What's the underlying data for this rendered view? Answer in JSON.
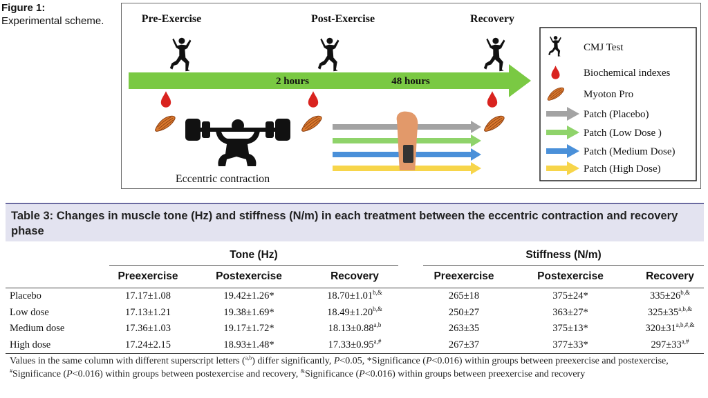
{
  "figure": {
    "label": "Figure 1:",
    "caption": "Experimental scheme.",
    "stages": [
      "Pre-Exercise",
      "Post-Exercise",
      "Recovery"
    ],
    "arrow_labels": [
      "2 hours",
      "48 hours"
    ],
    "eccentric_label": "Eccentric contraction",
    "legend": [
      {
        "icon": "jumper-icon",
        "label": "CMJ Test"
      },
      {
        "icon": "blood-drop-icon",
        "label": "Biochemical indexes"
      },
      {
        "icon": "muscle-icon",
        "label": "Myoton Pro"
      },
      {
        "icon": "arrow-icon",
        "label": "Patch (Placebo)",
        "color": "#a3a3a3"
      },
      {
        "icon": "arrow-icon",
        "label": "Patch (Low Dose )",
        "color": "#8fd36a"
      },
      {
        "icon": "arrow-icon",
        "label": "Patch (Medium Dose)",
        "color": "#4a90d9"
      },
      {
        "icon": "arrow-icon",
        "label": "Patch (High Dose)",
        "color": "#f7d54a"
      }
    ],
    "colors": {
      "timeline": "#7ac943",
      "drop": "#d9231f",
      "muscle": "#d9782e",
      "skin": "#e2996a"
    }
  },
  "table": {
    "title": "Table 3: Changes in muscle tone (Hz) and stiffness (N/m) in each treatment between the eccentric contraction and recovery phase",
    "group_headers": [
      "Tone (Hz)",
      "Stiffness (N/m)"
    ],
    "columns": [
      "Preexercise",
      "Postexercise",
      "Recovery",
      "Preexercise",
      "Postexercise",
      "Recovery"
    ],
    "rows": [
      {
        "label": "Placebo",
        "cells": [
          [
            "17.17±1.08",
            ""
          ],
          [
            "19.42±1.26*",
            ""
          ],
          [
            "18.70±1.01",
            "b,&"
          ],
          [
            "265±18",
            ""
          ],
          [
            "375±24*",
            ""
          ],
          [
            "335±26",
            "b,&"
          ]
        ]
      },
      {
        "label": "Low dose",
        "cells": [
          [
            "17.13±1.21",
            ""
          ],
          [
            "19.38±1.69*",
            ""
          ],
          [
            "18.49±1.20",
            "b,&"
          ],
          [
            "250±27",
            ""
          ],
          [
            "363±27*",
            ""
          ],
          [
            "325±35",
            "a,b,&"
          ]
        ]
      },
      {
        "label": "Medium dose",
        "cells": [
          [
            "17.36±1.03",
            ""
          ],
          [
            "19.17±1.72*",
            ""
          ],
          [
            "18.13±0.88",
            "a,b"
          ],
          [
            "263±35",
            ""
          ],
          [
            "375±13*",
            ""
          ],
          [
            "320±31",
            "a,b,#,&"
          ]
        ]
      },
      {
        "label": "High dose",
        "cells": [
          [
            "17.24±2.15",
            ""
          ],
          [
            "18.93±1.48*",
            ""
          ],
          [
            "17.33±0.95",
            "a,#"
          ],
          [
            "267±37",
            ""
          ],
          [
            "377±33*",
            ""
          ],
          [
            "297±33",
            "a,#"
          ]
        ]
      }
    ],
    "footnote": {
      "p1": "Values in the same column with different superscript letters (",
      "sup1": "a,b",
      "p2": ") differ significantly, ",
      "P": "P",
      "p3": "<0.05, *Significance (",
      "p4": "<0.016) within groups between preexercise and postexercise, ",
      "sup2": "#",
      "p5": "Significance (",
      "p6": "<0.016) within groups between postexercise and recovery, ",
      "sup3": "&",
      "p7": "Significance (",
      "p8": "<0.016) within groups between preexercise and recovery"
    }
  }
}
